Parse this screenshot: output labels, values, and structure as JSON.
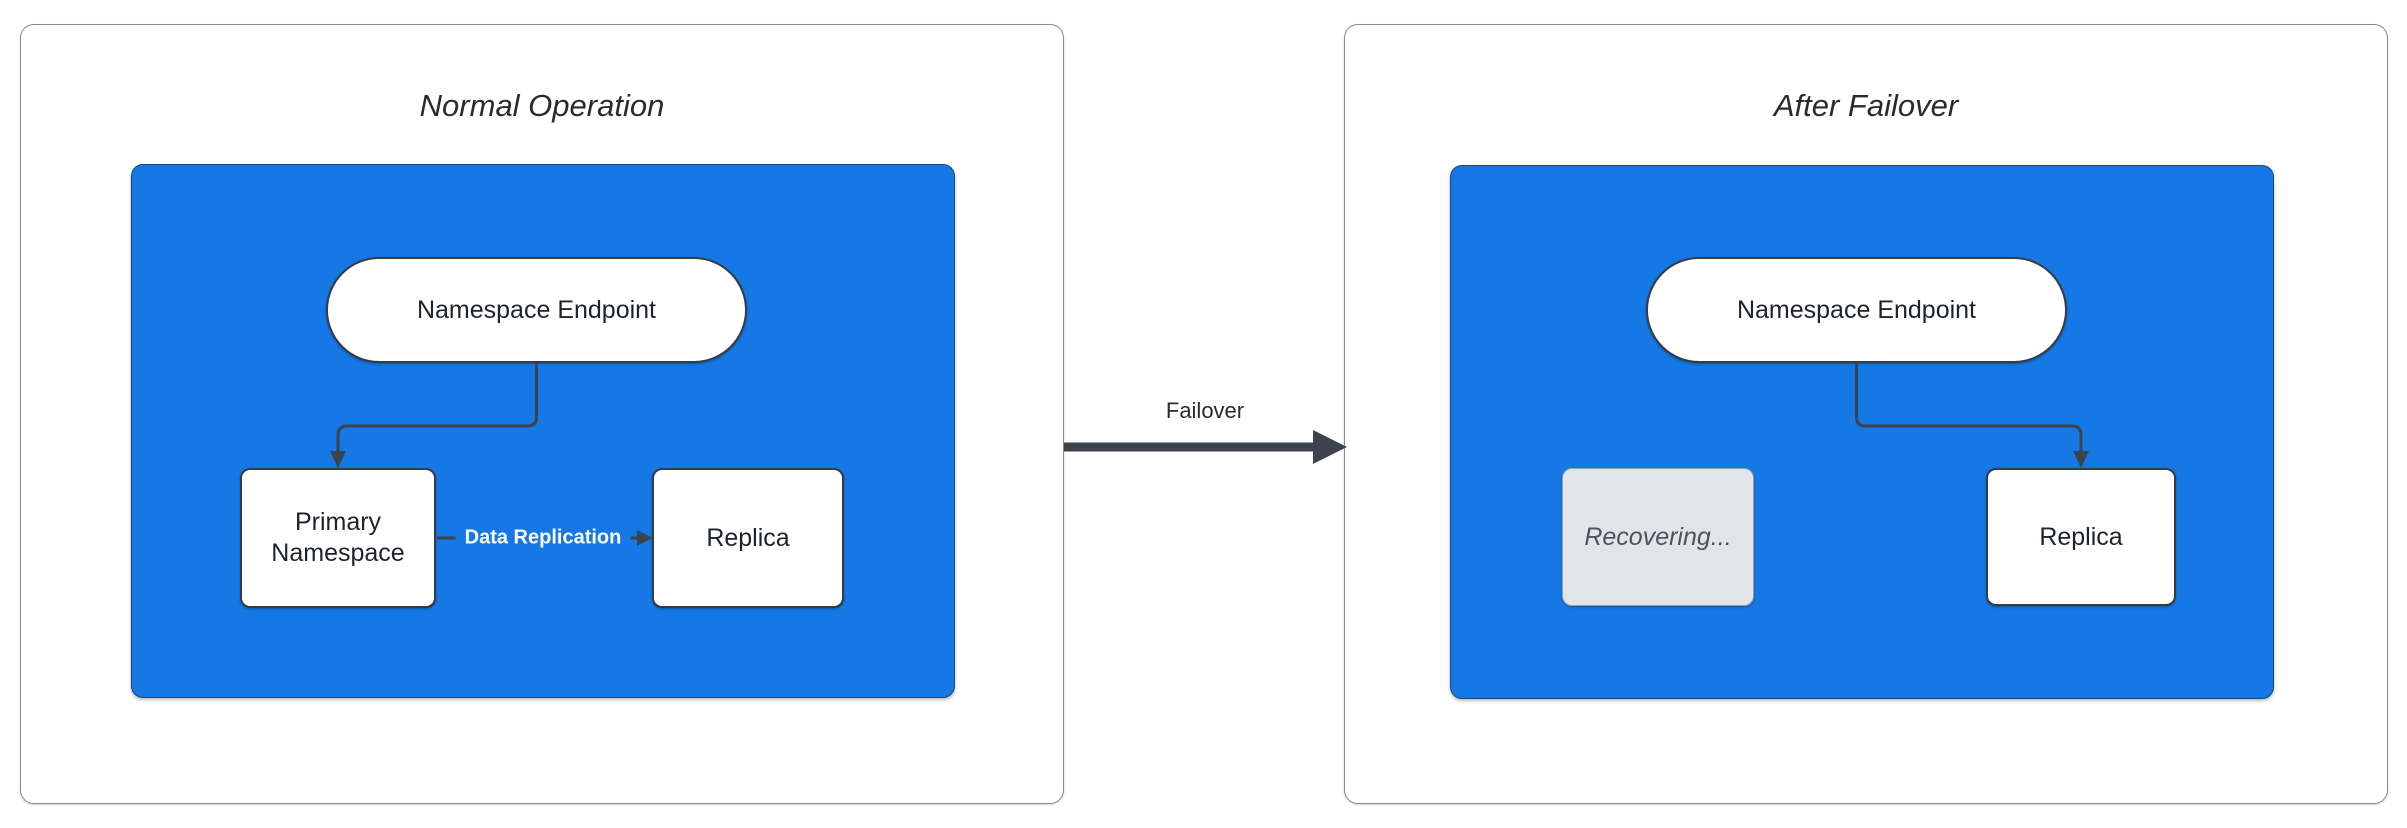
{
  "colors": {
    "container-blue": "#1578E5",
    "edge-dark": "#3C434C",
    "node-border": "#363C44",
    "panel-border": "#8C8C8C",
    "disabled-fill": "#E1E4E8",
    "disabled-border": "#9AA0A6",
    "disabled-text": "#4D545E",
    "node-text": "#1E2329",
    "title-text": "#2B2B2B",
    "edge-label-text": "#FFFFFF"
  },
  "diagram": {
    "left_panel": {
      "title": "Normal Operation",
      "nodes": {
        "endpoint": "Namespace Endpoint",
        "primary": "Primary Namespace",
        "replica": "Replica"
      },
      "edge_labels": {
        "replication": "Data Replication"
      }
    },
    "transition": {
      "label": "Failover"
    },
    "right_panel": {
      "title": "After Failover",
      "nodes": {
        "endpoint": "Namespace Endpoint",
        "recovering": "Recovering...",
        "replica": "Replica"
      }
    }
  }
}
